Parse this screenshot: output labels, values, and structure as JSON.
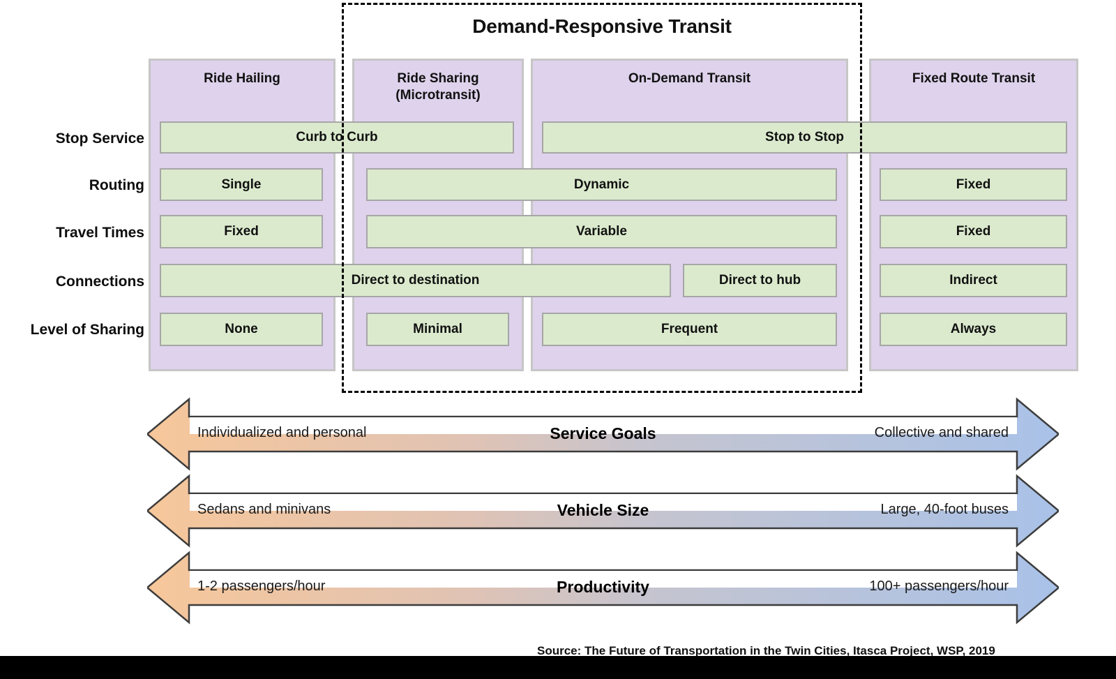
{
  "figure": {
    "drt_group_label": "Demand-Responsive Transit",
    "source_caption": "Source: The Future of Transportation in the Twin Cities, Itasca Project, WSP, 2019"
  },
  "matrix": {
    "row_labels": [
      "Stop Service",
      "Routing",
      "Travel Times",
      "Connections",
      "Level of Sharing"
    ],
    "columns": [
      {
        "id": "ride-hailing",
        "title": "Ride Hailing",
        "in_drt": false
      },
      {
        "id": "ride-sharing",
        "title": "Ride Sharing\n(Microtransit)",
        "title_line1": "Ride Sharing",
        "title_line2": "(Microtransit)",
        "in_drt": true
      },
      {
        "id": "on-demand",
        "title": "On-Demand Transit",
        "in_drt": true
      },
      {
        "id": "fixed-route",
        "title": "Fixed Route Transit",
        "in_drt": false
      }
    ],
    "cells": [
      {
        "row": "Stop Service",
        "label": "Curb to Curb"
      },
      {
        "row": "Stop Service",
        "label": "Stop to Stop"
      },
      {
        "row": "Routing",
        "label": "Single"
      },
      {
        "row": "Routing",
        "label": "Dynamic"
      },
      {
        "row": "Routing",
        "label": "Fixed"
      },
      {
        "row": "Travel Times",
        "label": "Fixed"
      },
      {
        "row": "Travel Times",
        "label": "Variable"
      },
      {
        "row": "Travel Times",
        "label": "Fixed"
      },
      {
        "row": "Connections",
        "label": "Direct to destination"
      },
      {
        "row": "Connections",
        "label": "Direct to hub"
      },
      {
        "row": "Connections",
        "label": "Indirect"
      },
      {
        "row": "Level of Sharing",
        "label": "None"
      },
      {
        "row": "Level of Sharing",
        "label": "Minimal"
      },
      {
        "row": "Level of Sharing",
        "label": "Frequent"
      },
      {
        "row": "Level of Sharing",
        "label": "Always"
      }
    ]
  },
  "spectrums": [
    {
      "id": "service-goals",
      "center": "Service Goals",
      "left": "Individualized and personal",
      "right": "Collective and shared"
    },
    {
      "id": "vehicle-size",
      "center": "Vehicle Size",
      "left": "Sedans and minivans",
      "right": "Large, 40-foot buses"
    },
    {
      "id": "productivity",
      "center": "Productivity",
      "left": "1-2 passengers/hour",
      "right": "100+ passengers/hour"
    }
  ],
  "colors": {
    "column_fill": "#ded2ec",
    "column_border": "#c6c6c6",
    "cell_fill": "#dbeacd",
    "cell_border": "#a6a6a6",
    "arrow_left": "#f7c79a",
    "arrow_right": "#a9c2e8",
    "arrow_outline": "#3c3c3c",
    "dashed_box": "#000000"
  }
}
